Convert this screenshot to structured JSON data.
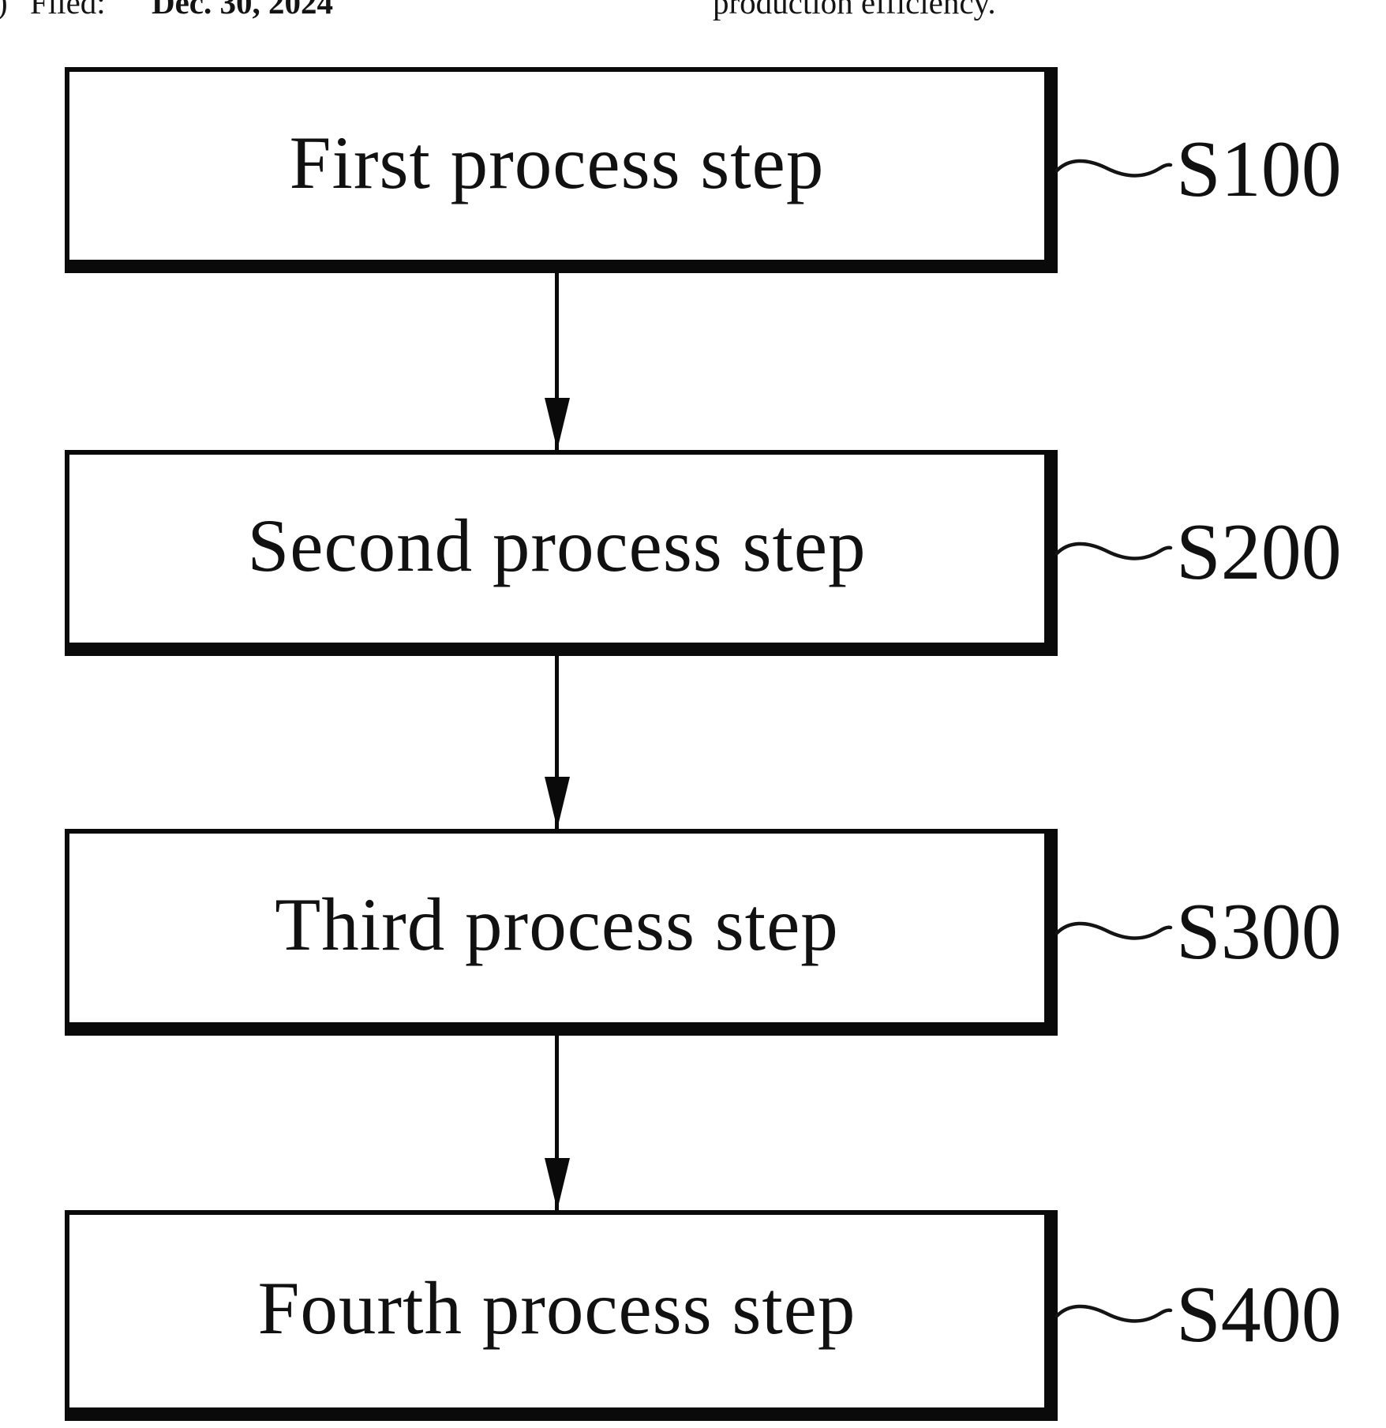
{
  "colors": {
    "background": "#ffffff",
    "ink": "#0a0a0a"
  },
  "header": {
    "left_paren": ")",
    "filed_label": "Filed:",
    "filed_date": "Dec. 30, 2024",
    "right_text": "production efficiency."
  },
  "flowchart": {
    "type": "vertical-flow",
    "steps": [
      {
        "label": "First process step",
        "ref": "S100"
      },
      {
        "label": "Second process step",
        "ref": "S200"
      },
      {
        "label": "Third process step",
        "ref": "S300"
      },
      {
        "label": "Fourth process step",
        "ref": "S400"
      }
    ]
  }
}
